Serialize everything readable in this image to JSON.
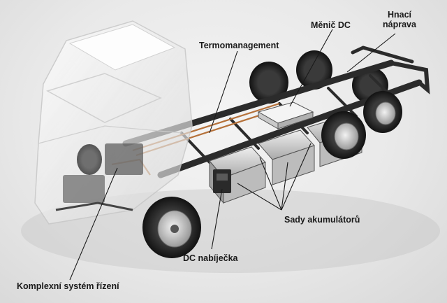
{
  "labels": {
    "hnaci_naprava_line1": "Hnací",
    "hnaci_naprava_line2": "náprava",
    "menic_dc": "Měnič DC",
    "termomanagement": "Termomanagement",
    "sady_akumulatoru": "Sady akumulátorů",
    "dc_nabijecka": "DC nabíječka",
    "komplexni_system_rizeni": "Komplexní systém řízení"
  },
  "colors": {
    "background": "#e9e9e9",
    "chassis": "#2b2b2b",
    "cab_ghost": "#ffffff",
    "copper_lines": "#b5713a",
    "label_text": "#1a1a1a",
    "leader_lines": "#1a1a1a"
  }
}
